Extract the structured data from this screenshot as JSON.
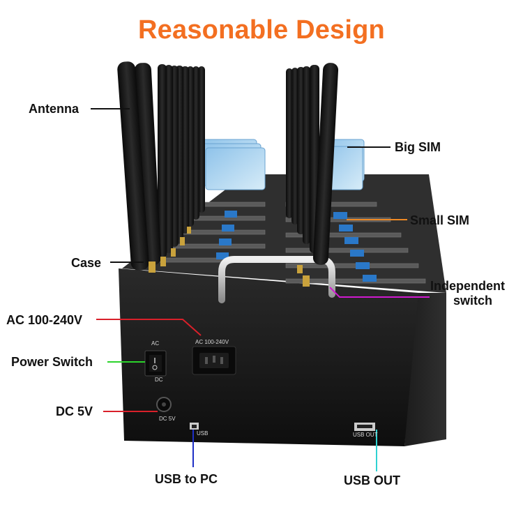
{
  "title": "Reasonable Design",
  "colors": {
    "title": "#f36f21",
    "line_black": "#111111",
    "line_orange": "#f08a24",
    "line_magenta": "#d11ad1",
    "line_red": "#d9202a",
    "line_green": "#2bd42b",
    "line_blue": "#1e2fc6",
    "line_cyan": "#2fd2d2"
  },
  "callouts": {
    "antenna": "Antenna",
    "big_sim": "Big SIM",
    "small_sim": "Small SIM",
    "case": "Case",
    "independent_switch_1": "Independent",
    "independent_switch_2": "switch",
    "ac_input": "AC 100-240V",
    "power_switch": "Power Switch",
    "dc_5v": "DC 5V",
    "usb_to_pc": "USB to PC",
    "usb_out": "USB OUT"
  },
  "device_labels": {
    "ac": "AC",
    "dc": "DC",
    "ac_port": "AC 100-240V",
    "dc_port": "DC 5V",
    "usb": "USB",
    "usb_out": "USB OUT"
  }
}
